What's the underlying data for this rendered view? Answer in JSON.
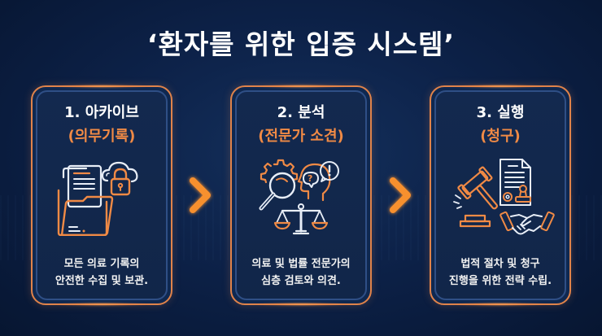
{
  "title": "‘환자를 위한 입증 시스템’",
  "colors": {
    "accent_orange": "#f08a45",
    "card_border": "#e0834a",
    "background": "#0d2249",
    "icon_white": "#e8eef7"
  },
  "cards": [
    {
      "title": "1. 아카이브",
      "subtitle": "(의무기록)",
      "icon": "folder-document-cloud-lock-icon",
      "desc_line1": "모든 의료 기록의",
      "desc_line2": "안전한 수집 및 보관."
    },
    {
      "title": "2. 분석",
      "subtitle": "(전문가 소견)",
      "icon": "gear-magnifier-head-scales-icon",
      "desc_line1": "의료 및 법률 전문가의",
      "desc_line2": "심층 검토와 의견."
    },
    {
      "title": "3. 실행",
      "subtitle": "(청구)",
      "icon": "gavel-document-stamp-handshake-icon",
      "desc_line1": "법적 절차 및 청구",
      "desc_line2": "진행을 위한 전략 수립."
    }
  ],
  "arrows": [
    "chevron-right-icon",
    "chevron-right-icon"
  ]
}
